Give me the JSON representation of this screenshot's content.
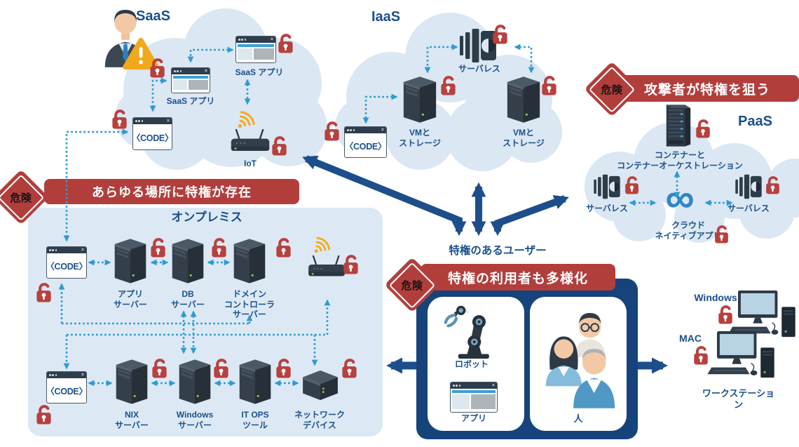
{
  "colors": {
    "navy": "#1d4e8c",
    "red": "#b23e3c",
    "cloud": "#dbe7f3",
    "onprem_bg": "#dce9f4",
    "dotted": "#2f9ad2",
    "label_text": "#1b4f8c",
    "infinity_blue": "#2e86c8",
    "warning_yellow": "#f0a81c"
  },
  "icons": {
    "close": "×",
    "infinity": "∞"
  },
  "badge": {
    "label": "危険"
  },
  "saas": {
    "title": "SaaS",
    "app1": "SaaS アプリ",
    "app2": "SaaS アプリ",
    "code": "〈CODE〉",
    "iot": "IoT"
  },
  "iaas": {
    "title": "IaaS",
    "serverless": "サーバレス",
    "vm_left": "VMと\nストレージ",
    "vm_right": "VMと\nストレージ",
    "code": "〈CODE〉"
  },
  "paas": {
    "title": "PaaS",
    "banner": "攻撃者が特権を狙う",
    "container": "コンテナーと\nコンテナーオーケストレーション",
    "serverless_left": "サーバレス",
    "serverless_right": "サーバレス",
    "cloud_native": "クラウド\nネイティブアプリ"
  },
  "onprem": {
    "banner": "あらゆる場所に特権が存在",
    "title": "オンプレミス",
    "code_top": "〈CODE〉",
    "code_bottom": "〈CODE〉",
    "app_server": "アプリ\nサーバー",
    "db_server": "DB\nサーバー",
    "domain_server": "ドメイン\nコントローラ\nサーバー",
    "nix_server": "NIX\nサーバー",
    "windows_server": "Windows\nサーバー",
    "itops": "IT OPS\nツール",
    "network_device": "ネットワーク\nデバイス"
  },
  "center": {
    "privileged_users": "特権のあるユーザー",
    "banner": "特権の利用者も多様化",
    "robot": "ロボット",
    "app": "アプリ",
    "people": "人"
  },
  "workstations": {
    "windows": "Windows",
    "mac": "MAC",
    "label": "ワークステーション"
  }
}
